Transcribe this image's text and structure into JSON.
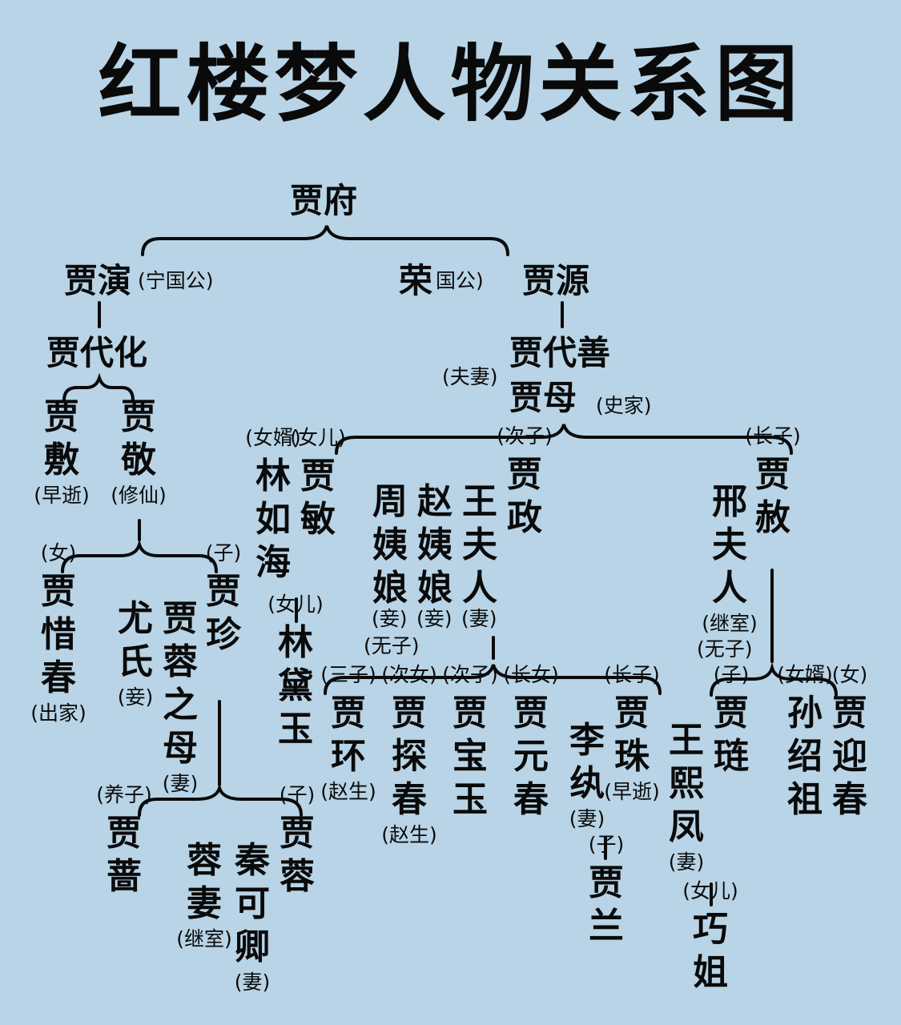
{
  "title": "红楼梦人物关系图",
  "root": "贾府",
  "horiz": [
    {
      "id": "yan",
      "name": "贾演",
      "note": "(宁国公)"
    },
    {
      "id": "rongpre",
      "name": "荣",
      "note": "国公)"
    },
    {
      "id": "yuan",
      "name": "贾源"
    },
    {
      "id": "daihua",
      "name": "贾代化"
    },
    {
      "id": "daishan",
      "name": "贾代善"
    },
    {
      "id": "jiamu",
      "name": "贾母"
    },
    {
      "id": "fuqi",
      "note": "(夫妻)"
    },
    {
      "id": "shijia",
      "note": "(史家)"
    }
  ],
  "columns": [
    {
      "id": "jiafu_she",
      "name": "贾敷",
      "below": "(早逝)"
    },
    {
      "id": "jiajing",
      "name": "贾敬",
      "below": "(修仙)"
    },
    {
      "id": "xichun",
      "above": "(女)",
      "name": "贾惜春",
      "below": "(出家)"
    },
    {
      "id": "youshi",
      "name": "尤氏",
      "below": "(妾)"
    },
    {
      "id": "rongmu",
      "name": "贾蓉之母",
      "below": "(妻)"
    },
    {
      "id": "jiazhen",
      "above": "(子)",
      "name": "贾珍"
    },
    {
      "id": "linruhai",
      "above": "(女婿)",
      "name": "林如海"
    },
    {
      "id": "jiamin",
      "above": "(女儿)",
      "name": "贾敏"
    },
    {
      "id": "daiyu",
      "above": "(女儿)",
      "name": "林黛玉"
    },
    {
      "id": "zhouyi",
      "name": "周姨娘"
    },
    {
      "id": "zhaoyi",
      "name": "赵姨娘"
    },
    {
      "id": "wangfu",
      "name": "王夫人"
    },
    {
      "id": "jiazheng",
      "above": "(次子)",
      "name": "贾政"
    },
    {
      "id": "xingfu",
      "name": "邢夫人",
      "below": "(继室)"
    },
    {
      "id": "jiashe",
      "above": "(长子)",
      "name": "贾赦"
    },
    {
      "id": "jiahuan",
      "above": "(三子)",
      "name": "贾环",
      "below": "(赵生)"
    },
    {
      "id": "tanchun",
      "above": "(次女)",
      "name": "贾探春",
      "below": "(赵生)"
    },
    {
      "id": "baoyu",
      "above": "(次子)",
      "name": "贾宝玉"
    },
    {
      "id": "yuanchun",
      "above": "(长女)",
      "name": "贾元春"
    },
    {
      "id": "liwan",
      "name": "李纨",
      "below": "(妻)"
    },
    {
      "id": "jiazhu",
      "above": "(长子)",
      "name": "贾珠",
      "below": "(早逝)"
    },
    {
      "id": "jialan",
      "above": "(子)",
      "name": "贾兰"
    },
    {
      "id": "xifeng",
      "name": "王熙凤",
      "below": "(妻)"
    },
    {
      "id": "jialian",
      "above": "(子)",
      "name": "贾琏"
    },
    {
      "id": "qiaojie",
      "above": "(女儿)",
      "name": "巧姐"
    },
    {
      "id": "sunshaozu",
      "above": "(女婿)",
      "name": "孙绍祖"
    },
    {
      "id": "yingchun",
      "above": "(女)",
      "name": "贾迎春"
    },
    {
      "id": "jiaqiang",
      "above": "(养子)",
      "name": "贾蔷"
    },
    {
      "id": "rongqi",
      "name": "蓉妻",
      "below": "(继室)"
    },
    {
      "id": "qinkeqing",
      "name": "秦可卿",
      "below": "(妻)"
    },
    {
      "id": "jiarong",
      "above": "(子)",
      "name": "贾蓉"
    }
  ],
  "extra_notes": [
    {
      "id": "qie1",
      "text": "(妾)"
    },
    {
      "id": "qie2",
      "text": "(妾)"
    },
    {
      "id": "qi1",
      "text": "(妻)"
    },
    {
      "id": "wuzi1",
      "text": "(无子)"
    },
    {
      "id": "wuzi2",
      "text": "(无子)"
    }
  ]
}
